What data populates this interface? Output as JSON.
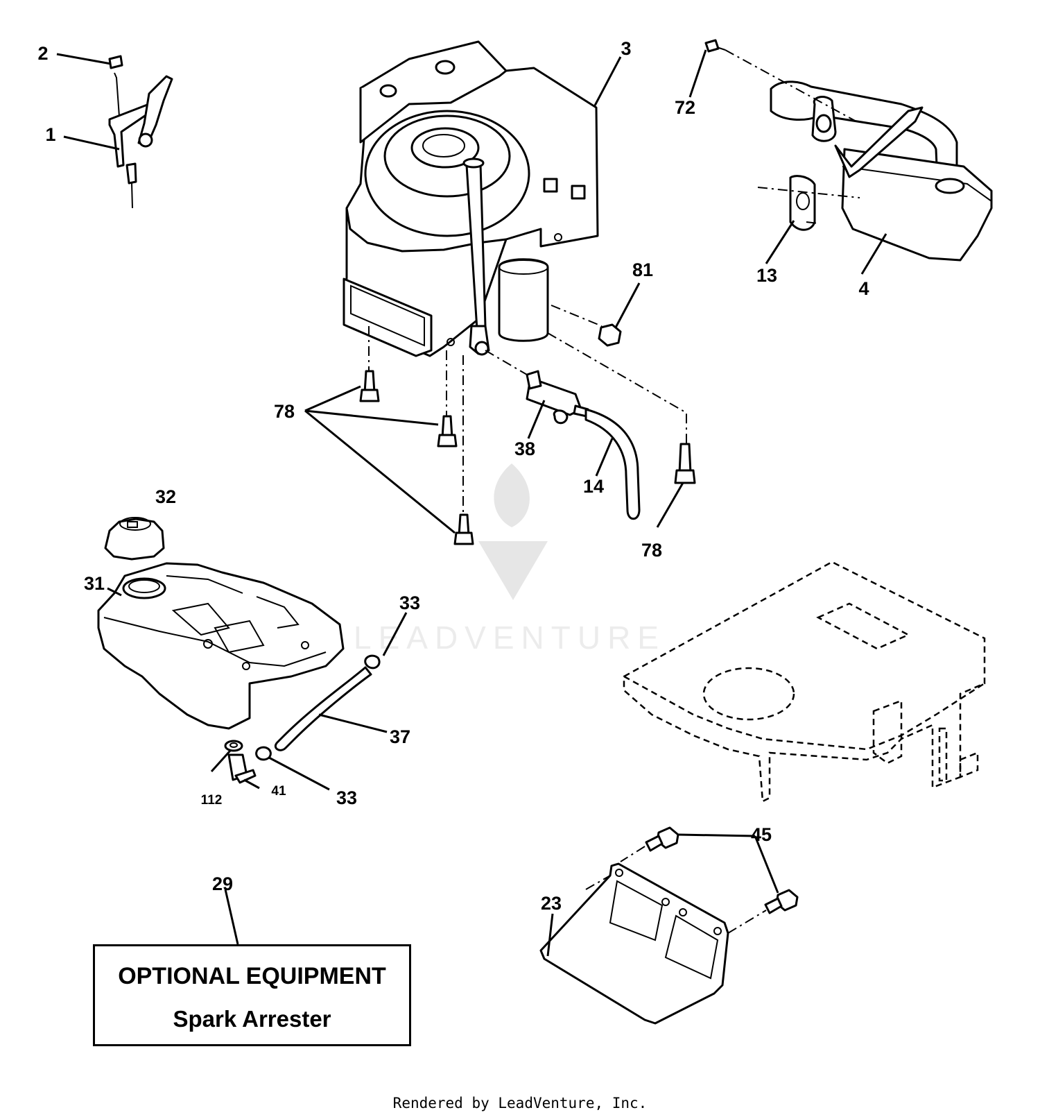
{
  "callouts": [
    {
      "id": "c2",
      "text": "2"
    },
    {
      "id": "c1",
      "text": "1"
    },
    {
      "id": "c3",
      "text": "3"
    },
    {
      "id": "c72",
      "text": "72"
    },
    {
      "id": "c13",
      "text": "13"
    },
    {
      "id": "c4",
      "text": "4"
    },
    {
      "id": "c81",
      "text": "81"
    },
    {
      "id": "c78a",
      "text": "78"
    },
    {
      "id": "c38",
      "text": "38"
    },
    {
      "id": "c14",
      "text": "14"
    },
    {
      "id": "c78b",
      "text": "78"
    },
    {
      "id": "c32",
      "text": "32"
    },
    {
      "id": "c31",
      "text": "31"
    },
    {
      "id": "c33a",
      "text": "33"
    },
    {
      "id": "c37",
      "text": "37"
    },
    {
      "id": "c112",
      "text": "112"
    },
    {
      "id": "c41",
      "text": "41"
    },
    {
      "id": "c33b",
      "text": "33"
    },
    {
      "id": "c45",
      "text": "45"
    },
    {
      "id": "c29",
      "text": "29"
    },
    {
      "id": "c23",
      "text": "23"
    }
  ],
  "optional_box": {
    "title": "OPTIONAL EQUIPMENT",
    "subtitle": "Spark Arrester"
  },
  "watermark": {
    "text": "LEADVENTURE"
  },
  "footer": {
    "text": "Rendered by LeadVenture, Inc."
  }
}
